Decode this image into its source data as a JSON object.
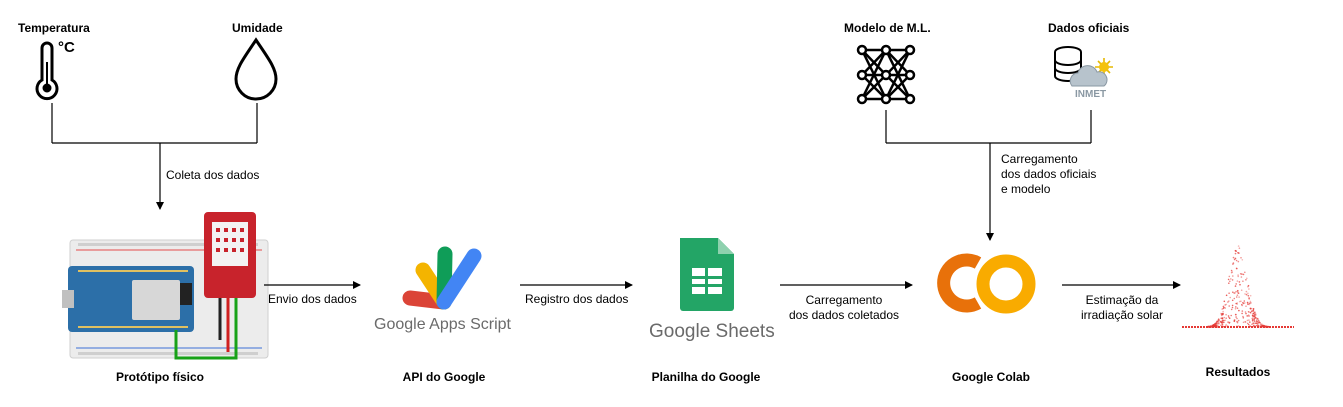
{
  "inputs": {
    "temperature": "Temperatura",
    "humidity": "Umidade",
    "celsius_symbol": "°C"
  },
  "steps": {
    "collect": "Coleta dos dados",
    "send": "Envio dos dados",
    "register": "Registro dos dados",
    "load_collected": "Carregamento\ndos dados coletados",
    "load_official": "Carregamento\ndos dados oficiais\ne modelo",
    "estimate": "Estimação da\nirradiação solar"
  },
  "sources": {
    "ml_model": "Modelo de M.L.",
    "official_data": "Dados oficiais",
    "inmet_logo": "INMET"
  },
  "nodes": {
    "prototype": "Protótipo físico",
    "google_api": "API do Google",
    "google_sheet": "Planilha do Google",
    "google_colab": "Google Colab",
    "results": "Resultados"
  },
  "logos": {
    "apps_script": "Google Apps Script",
    "sheets": "Google Sheets"
  },
  "colors": {
    "line": "#000000",
    "sensor_red": "#c8232c",
    "board_blue": "#2c6fa8",
    "apps_yellow": "#f4b400",
    "apps_red": "#db4437",
    "apps_green": "#0f9d58",
    "apps_blue": "#4285f4",
    "sheets_green": "#23a566",
    "colab_orange": "#f9ab00",
    "colab_dark": "#e8710a",
    "results_red": "#e53935"
  }
}
